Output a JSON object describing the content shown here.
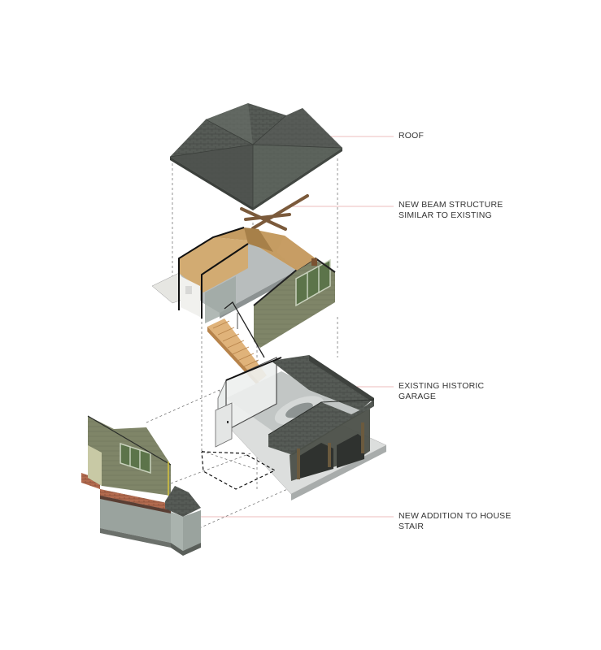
{
  "labels": {
    "roof": {
      "lines": [
        "ROOF"
      ]
    },
    "beam": {
      "lines": [
        "NEW BEAM STRUCTURE",
        "SIMILAR TO EXISTING"
      ]
    },
    "garage": {
      "lines": [
        "EXISTING HISTORIC",
        "GARAGE"
      ]
    },
    "addition": {
      "lines": [
        "NEW ADDITION TO HOUSE",
        "STAIR"
      ]
    }
  },
  "colors": {
    "leader_line": "#e6a8a8",
    "leader_dot": "#d04040",
    "shingle_dark": "#4a4f4a",
    "shingle_mid": "#5c625c",
    "shingle_light": "#6d736c",
    "wood": "#c9a46c",
    "wood_dark": "#a77d47",
    "stair": "#e0b37a",
    "siding": "#8c9176",
    "wall_grey": "#9aa39e",
    "floor_grey": "#b7bcbb",
    "brick": "#b36b4f",
    "window": "#6f8a52",
    "dash": "#555555"
  },
  "icons": {
    "leader": "leader-dot-icon"
  }
}
